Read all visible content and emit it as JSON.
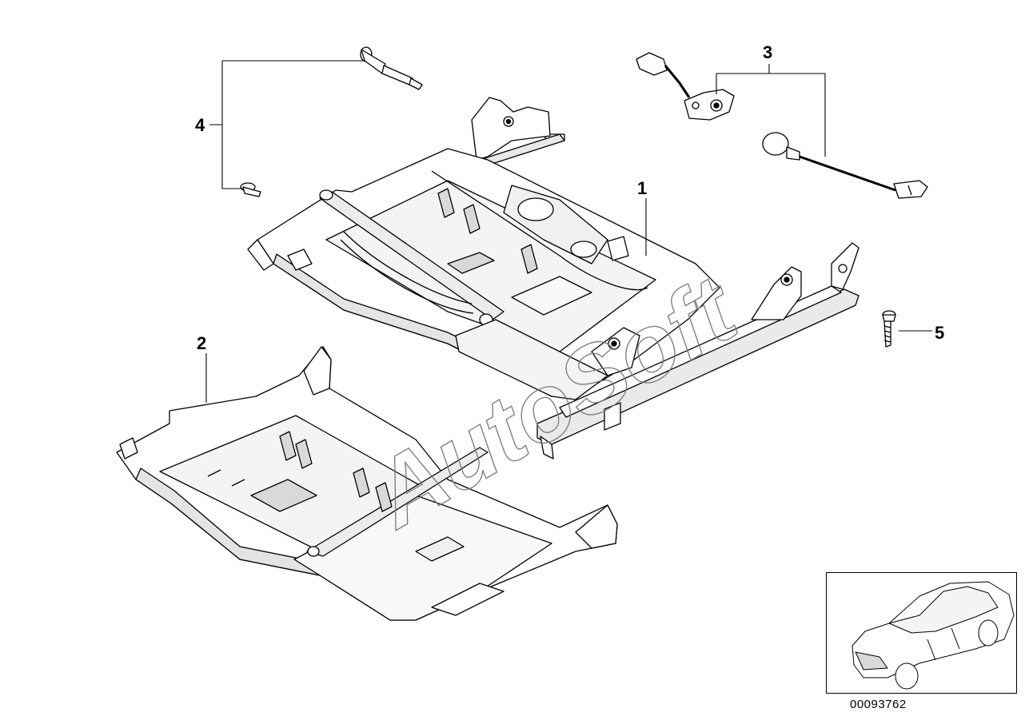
{
  "callouts": [
    {
      "id": "1",
      "label": "1"
    },
    {
      "id": "2",
      "label": "2"
    },
    {
      "id": "3",
      "label": "3"
    },
    {
      "id": "4",
      "label": "4"
    },
    {
      "id": "5",
      "label": "5"
    }
  ],
  "watermark": "AutoSoft",
  "diagram_number": "00093762",
  "colors": {
    "line": "#000000",
    "part_fill": "#ffffff",
    "shade": "#d9d9d9",
    "watermark_stroke": "#7a7a7a"
  }
}
